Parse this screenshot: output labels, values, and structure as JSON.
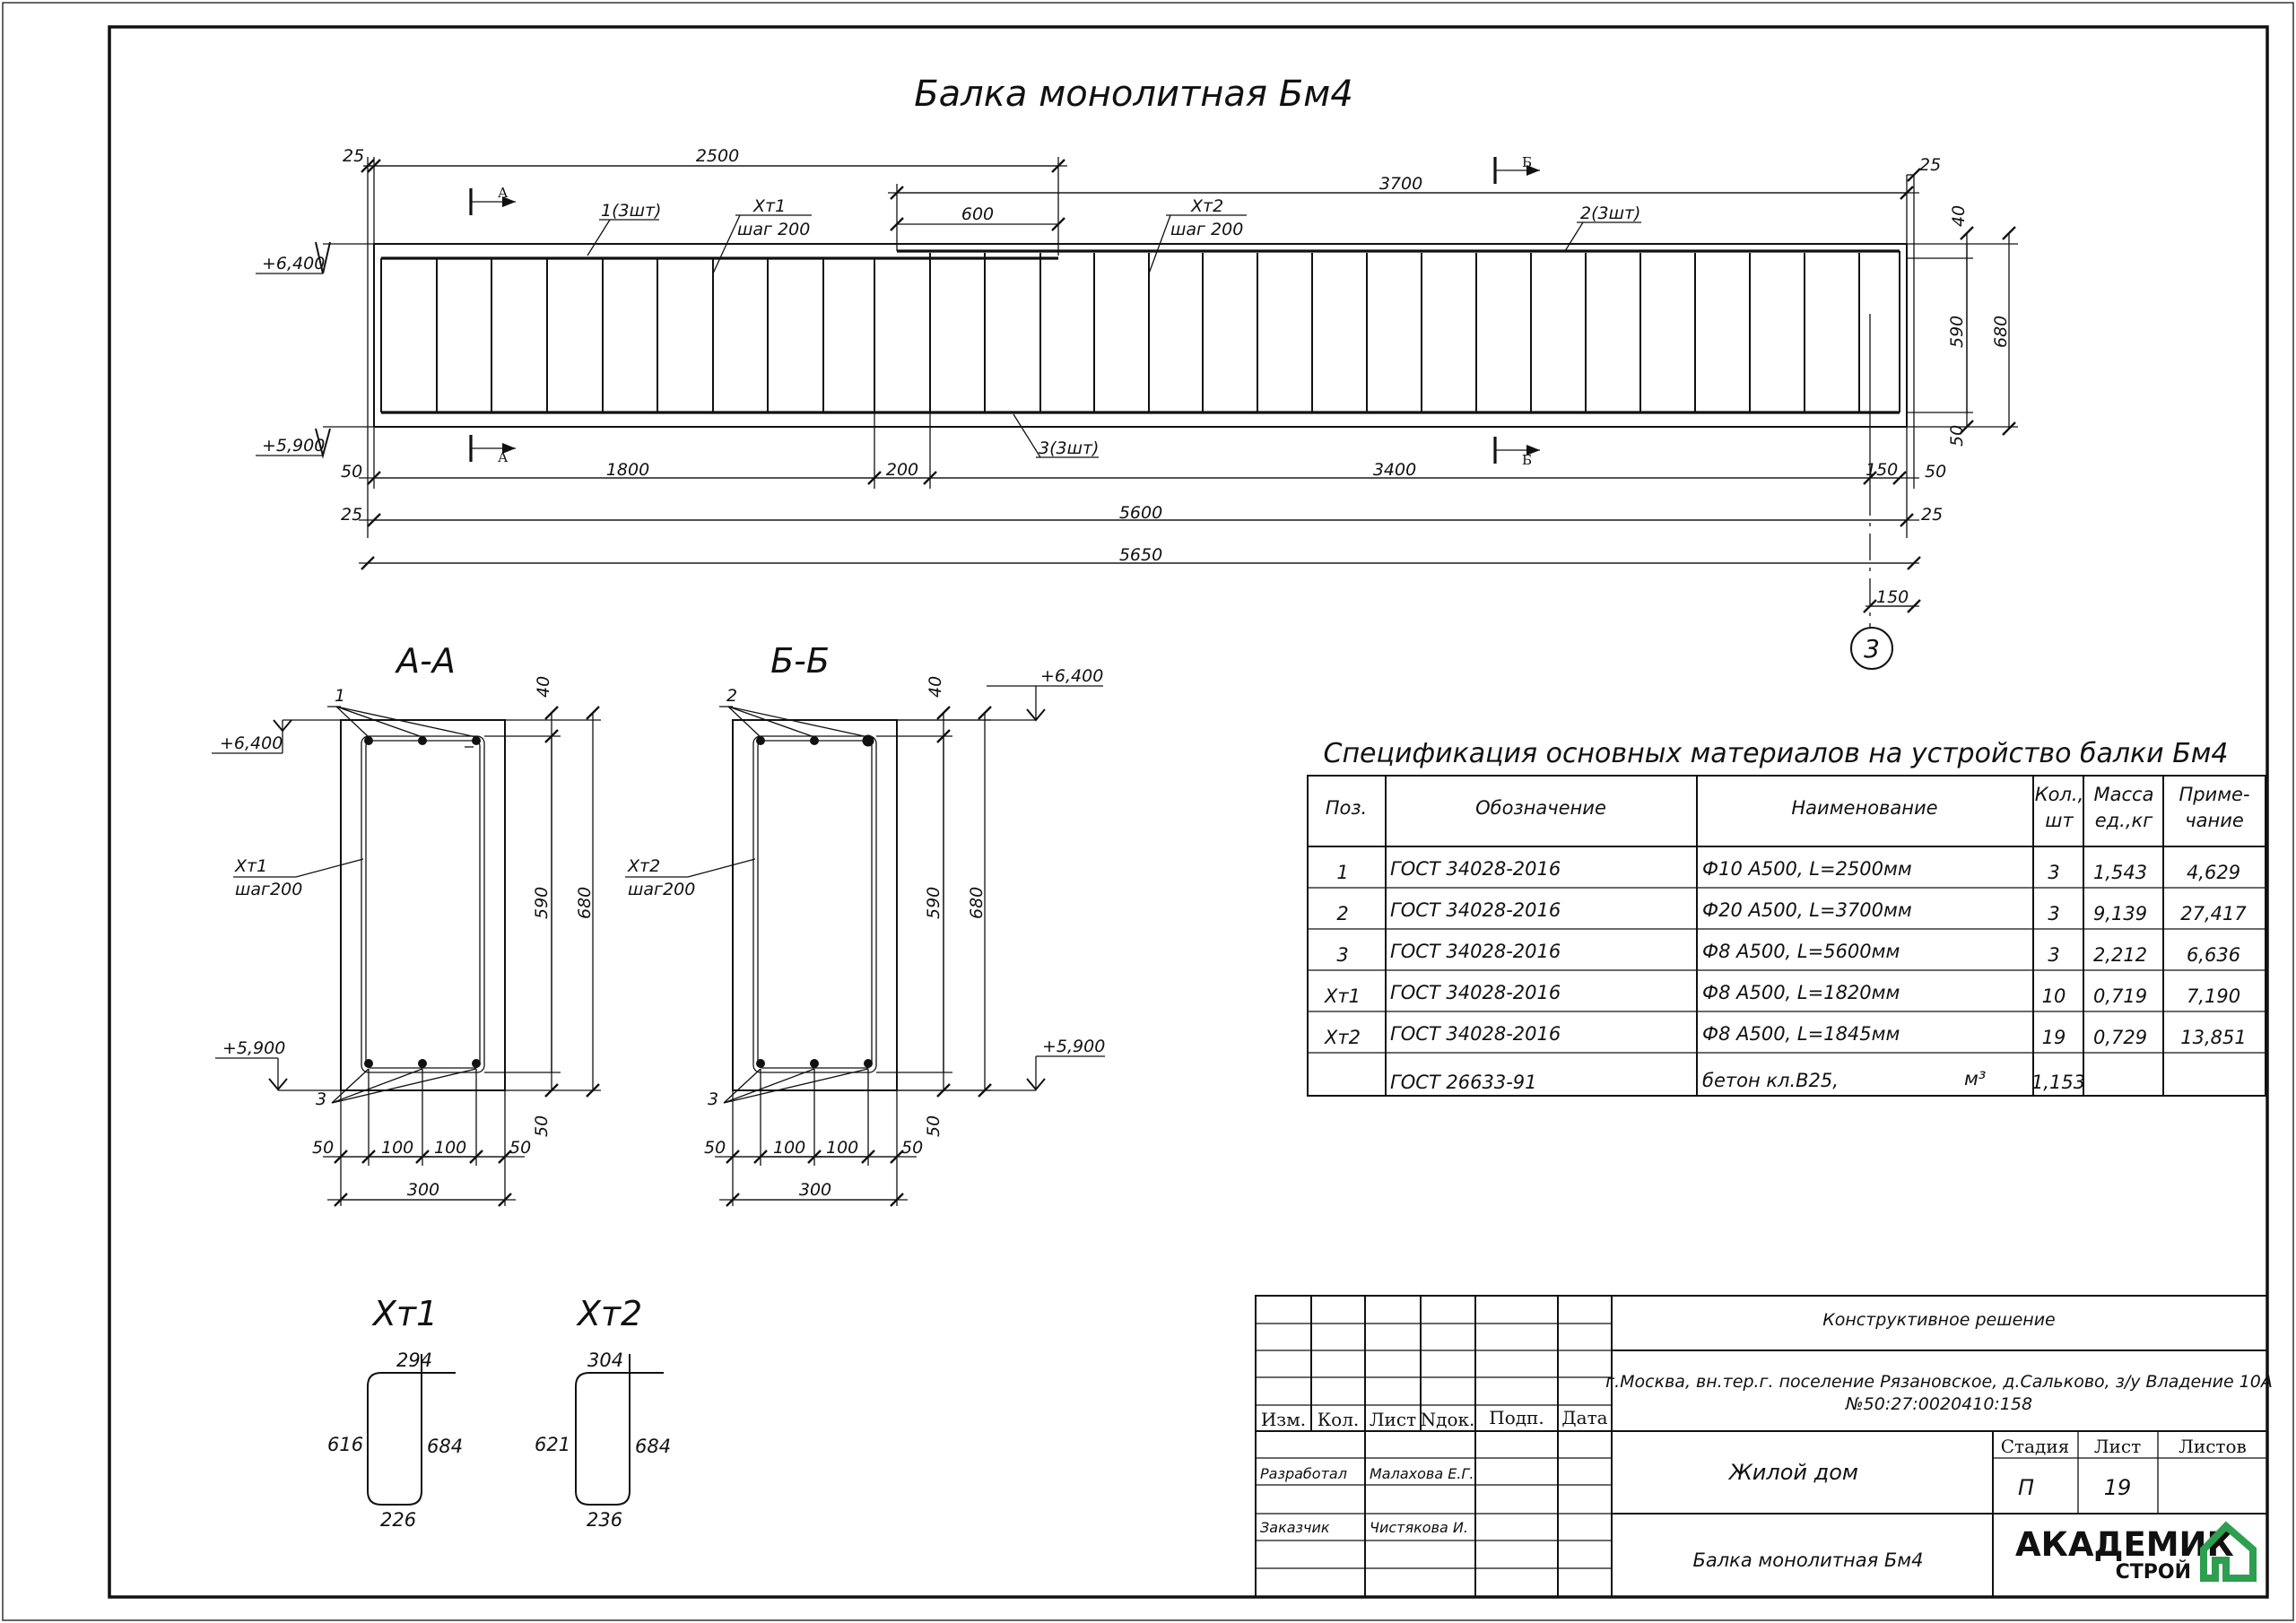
{
  "drawing": {
    "title": "Балка монолитная Бм4",
    "elevations": {
      "top": "+6,400",
      "bottom": "+5,900"
    },
    "section_marks": {
      "a": "А",
      "b": "Б"
    },
    "top_dims": {
      "d2500": "2500",
      "d3700": "3700",
      "d600": "600",
      "d25": "25"
    },
    "leaders": {
      "bar1": "1(3шт)",
      "xt1a": "Хт1",
      "xt1b": "шаг 200",
      "xt2a": "Хт2",
      "xt2b": "шаг 200",
      "bar2": "2(3шт)",
      "bar3": "3(3шт)"
    },
    "right_dims": {
      "d40": "40",
      "d590": "590",
      "d680": "680",
      "d50": "50"
    },
    "bottom_dims": {
      "d50": "50",
      "d1800": "1800",
      "d200": "200",
      "d3400": "3400",
      "d150": "150",
      "d25": "25",
      "d5600": "5600",
      "d5650": "5650"
    },
    "axis": {
      "label": "3",
      "dim": "150"
    }
  },
  "sections": {
    "aa": {
      "title": "А-А",
      "top_bar": "1",
      "stirrup_a": "Хт1",
      "stirrup_b": "шаг200",
      "bottom_bar": "3"
    },
    "bb": {
      "title": "Б-Б",
      "top_bar": "2",
      "stirrup_a": "Хт2",
      "stirrup_b": "шаг200",
      "bottom_bar": "3"
    },
    "dims": {
      "d40": "40",
      "d590": "590",
      "d680": "680",
      "d50": "50",
      "d100": "100",
      "d300": "300"
    }
  },
  "stirrups": {
    "xt1": {
      "title": "Хт1",
      "top": "294",
      "left": "616",
      "right": "684",
      "bottom": "226"
    },
    "xt2": {
      "title": "Хт2",
      "top": "304",
      "left": "621",
      "right": "684",
      "bottom": "236"
    }
  },
  "spec": {
    "title": "Спецификация основных материалов на устройство балки Бм4",
    "headers": {
      "pos": "Поз.",
      "designation": "Обозначение",
      "name": "Наименование",
      "qty_a": "Кол.,",
      "qty_b": "шт",
      "mass_a": "Масса",
      "mass_b": "ед.,кг",
      "note_a": "Приме-",
      "note_b": "чание"
    },
    "rows": [
      {
        "pos": "1",
        "designation": "ГОСТ 34028-2016",
        "name": "Ф10 А500, L=2500мм",
        "qty": "3",
        "mass": "1,543",
        "note": "4,629"
      },
      {
        "pos": "2",
        "designation": "ГОСТ 34028-2016",
        "name": "Ф20 А500, L=3700мм",
        "qty": "3",
        "mass": "9,139",
        "note": "27,417"
      },
      {
        "pos": "3",
        "designation": "ГОСТ 34028-2016",
        "name": "Ф8 А500, L=5600мм",
        "qty": "3",
        "mass": "2,212",
        "note": "6,636"
      },
      {
        "pos": "Хт1",
        "designation": "ГОСТ 34028-2016",
        "name": "Ф8 А500, L=1820мм",
        "qty": "10",
        "mass": "0,719",
        "note": "7,190"
      },
      {
        "pos": "Хт2",
        "designation": "ГОСТ 34028-2016",
        "name": "Ф8 А500, L=1845мм",
        "qty": "19",
        "mass": "0,729",
        "note": "13,851"
      },
      {
        "pos": "",
        "designation": "ГОСТ 26633-91",
        "name": "бетон кл.В25,",
        "unit": "м³",
        "qty": "1,153",
        "mass": "",
        "note": ""
      }
    ]
  },
  "title_block": {
    "cols": {
      "izm": "Изм.",
      "kol": "Кол.",
      "list": "Лист",
      "ndok": "Nдок.",
      "podp": "Подп.",
      "data": "Дата"
    },
    "developed_label": "Разработал",
    "developed_name": "Малахова Е.Г.",
    "customer_label": "Заказчик",
    "customer_name": "Чистякова И.",
    "project": "Конструктивное решение",
    "address_1": "г.Москва, вн.тер.г. поселение Рязановское, д.Сальково, з/у Владение 10А",
    "address_2": "№50:27:0020410:158",
    "object": "Жилой дом",
    "stage_label": "Стадия",
    "sheet_label": "Лист",
    "sheets_label": "Листов",
    "stage_value": "П",
    "sheet_value": "19",
    "sheets_value": "",
    "drawing_name": "Балка монолитная Бм4",
    "logo_text_1": "АКАДЕМИК",
    "logo_text_2": "СТРОЙ",
    "logo_color": "#2e9e4f"
  }
}
